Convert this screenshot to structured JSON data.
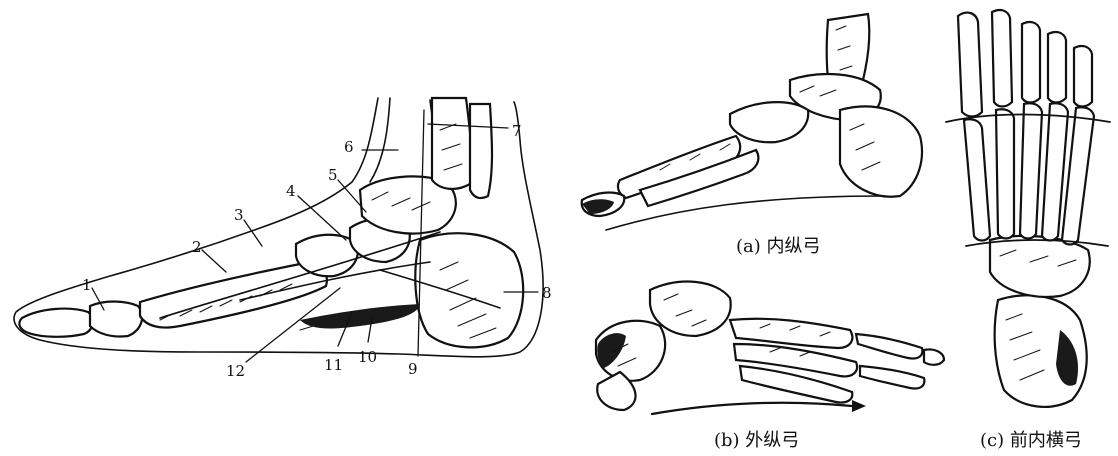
{
  "labels": {
    "n1": "1",
    "n2": "2",
    "n3": "3",
    "n4": "4",
    "n5": "5",
    "n6": "6",
    "n7": "7",
    "n8": "8",
    "n9": "9",
    "n10": "10",
    "n11": "11",
    "n12": "12"
  },
  "captions": {
    "a": "(a) 内纵弓",
    "b": "(b)  外纵弓",
    "c": "(c) 前内横弓"
  },
  "colors": {
    "ink": "#111111",
    "paper": "#ffffff"
  }
}
